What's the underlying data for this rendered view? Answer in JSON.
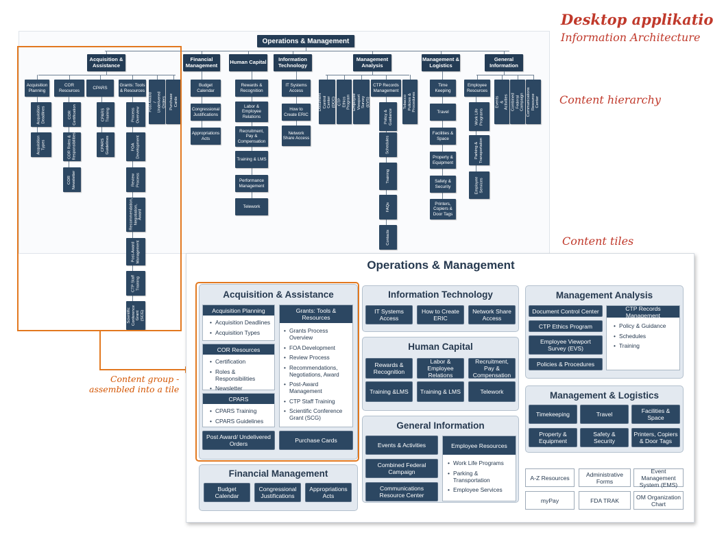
{
  "annotations": {
    "title1": "Desktop applikation",
    "title2": "Information Architecture",
    "hierarchy_label": "Content hierarchy",
    "tiles_label": "Content tiles",
    "group_label_line1": "Content group -",
    "group_label_line2": "assembled into a tile"
  },
  "hierarchy": {
    "root": "Operations & Management",
    "l1": [
      "Acquisition & Assistance",
      "Financial Management",
      "Human Capital",
      "Information Technology",
      "Management Analysis",
      "Management & Logistics",
      "General Information"
    ],
    "aa": {
      "children": [
        "Acquisition Planning",
        "COR Resources",
        "CPARS",
        "Grants: Tools & Resources",
        "Post Award / Undelivered Orders",
        "Purchase Cards"
      ],
      "planning": [
        "Acquisition Deadlines",
        "Acquisition Types"
      ],
      "cor": [
        "COR Certification",
        "COR Roles & Responsibilities",
        "COR Newsletter"
      ],
      "cpars": [
        "CPARS Training",
        "CPARS Guidelines"
      ],
      "grants": [
        "Process Overview",
        "FOA Development",
        "Review Process",
        "Recommendation, Negotiation, Award",
        "Post-Award Management",
        "CTP Staff Training",
        "Scientific Conference Grant (SCG)"
      ]
    },
    "fm": [
      "Budget Calendar",
      "Congressional Justifications",
      "Appropriations Acts"
    ],
    "hc": [
      "Rewards & Recognition",
      "Labor & Employee Relations",
      "Recruitment, Pay & Compensation",
      "Training & LMS",
      "Performance Management",
      "Telework"
    ],
    "it": [
      "IT Systems Access",
      "How to Create ERIC",
      "Network Share Access"
    ],
    "ma": {
      "children": [
        "Document Control Center (DCC)",
        "CTP Ethics Program",
        "Employee Viewport Survey (EVS)",
        "CTP Records Management",
        "Tobacco Policies & Procedures"
      ],
      "records": [
        "Policy & Guidance",
        "Schedules",
        "Training",
        "FAQs",
        "Contacts"
      ]
    },
    "ml": [
      "Time Keeping",
      "Travel",
      "Facilities & Space",
      "Property & Equipment",
      "Safety & Security",
      "Printers, Copiers & Door Tags"
    ],
    "gi": {
      "children": [
        "Employee Resources",
        "Events & Activities",
        "Combined Federal Campaign",
        "Communications Resource Center"
      ],
      "er": [
        "Work Life Programs",
        "Parking & Transportation",
        "Employee Services"
      ]
    }
  },
  "tiles": {
    "title": "Operations & Management",
    "aa": {
      "title": "Acquisition & Assistance",
      "planning": {
        "head": "Acquisition Planning",
        "items": [
          "Acquisition Deadlines",
          "Acquisition Types"
        ]
      },
      "cor": {
        "head": "COR Resources",
        "items": [
          "Certification",
          "Roles & Responsibilities",
          "Newsletter"
        ]
      },
      "cpars": {
        "head": "CPARS",
        "items": [
          "CPARS Training",
          "CPARS Guidelines"
        ]
      },
      "grants": {
        "head": "Grants: Tools & Resources",
        "items": [
          "Grants Process Overview",
          "FOA Development",
          "Review Process",
          "Recommendations, Negotiations, Award",
          "Post-Award Management",
          "CTP Staff Training",
          "Scientific Conference Grant (SCG)"
        ]
      },
      "post_award": "Post Award/ Undelivered Orders",
      "purchase_cards": "Purchase Cards"
    },
    "fm": {
      "title": "Financial Management",
      "items": [
        "Budget Calendar",
        "Congressional Justifications",
        "Appropriations Acts"
      ]
    },
    "it": {
      "title": "Information Technology",
      "items": [
        "IT Systems Access",
        "How to Create ERIC",
        "Network Share Access"
      ]
    },
    "hc": {
      "title": "Human Capital",
      "items": [
        "Rewards & Recognition",
        "Labor & Employee Relations",
        "Recruitment, Pay & Compensation",
        "Training &LMS",
        "Training & LMS",
        "Telework"
      ]
    },
    "gi": {
      "title": "General Information",
      "events": "Events & Activities",
      "cfc": "Combined Federal Campaign",
      "crc": "Communications Resource Center",
      "er": {
        "head": "Employee Resources",
        "items": [
          "Work Life Programs",
          "Parking & Transportation",
          "Employee Services"
        ]
      }
    },
    "ma": {
      "title": "Management Analysis",
      "dcc": "Document Control Center",
      "ethics": "CTP Ethics Program",
      "evs": "Employee Viewport Survey (EVS)",
      "policies": "Policies & Procedures",
      "records": {
        "head": "CTP Records Management",
        "items": [
          "Policy & Guidance",
          "Schedules",
          "Training"
        ]
      }
    },
    "ml": {
      "title": "Management & Logistics",
      "items": [
        "Timekeeping",
        "Travel",
        "Facilities & Space",
        "Property & Equipment",
        "Safety & Security",
        "Printers, Copiers & Door Tags"
      ]
    },
    "links": [
      "A-Z Resources",
      "Administrative Forms",
      "Event Management System (EMS)",
      "myPay",
      "FDA TRAK",
      "OM Organization Chart"
    ]
  }
}
